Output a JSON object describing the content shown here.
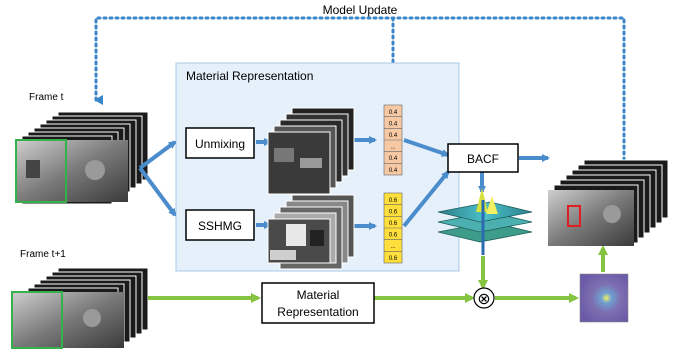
{
  "top_label": "Model Update",
  "frame_t_label": "Frame t",
  "frame_t1_label": "Frame t+1",
  "material_panel_title": "Material Representation",
  "unmixing_label": "Unmixing",
  "sshmg_label": "SSHMG",
  "bacf_label": "BACF",
  "material_box_line1": "Material",
  "material_box_line2": "Representation",
  "multiply_symbol": "⊗",
  "vector_orange": [
    "0.4",
    "0.4",
    "0.4",
    "...",
    "0.4",
    "0.4"
  ],
  "vector_yellow": [
    "0.6",
    "0.6",
    "0.6",
    "0.6",
    "...",
    "0.6"
  ],
  "colors": {
    "blue_arrow": "#4a8ccc",
    "green_arrow": "#86c341",
    "dotted": "#3a86c8",
    "panel_fill": "#e5f0fa",
    "panel_border": "#a9c8e6",
    "orange_cell": "#f6c8a3",
    "yellow_cell": "#ffdf3c",
    "green_frame": "#35b04b",
    "red_box": "#e02020"
  }
}
